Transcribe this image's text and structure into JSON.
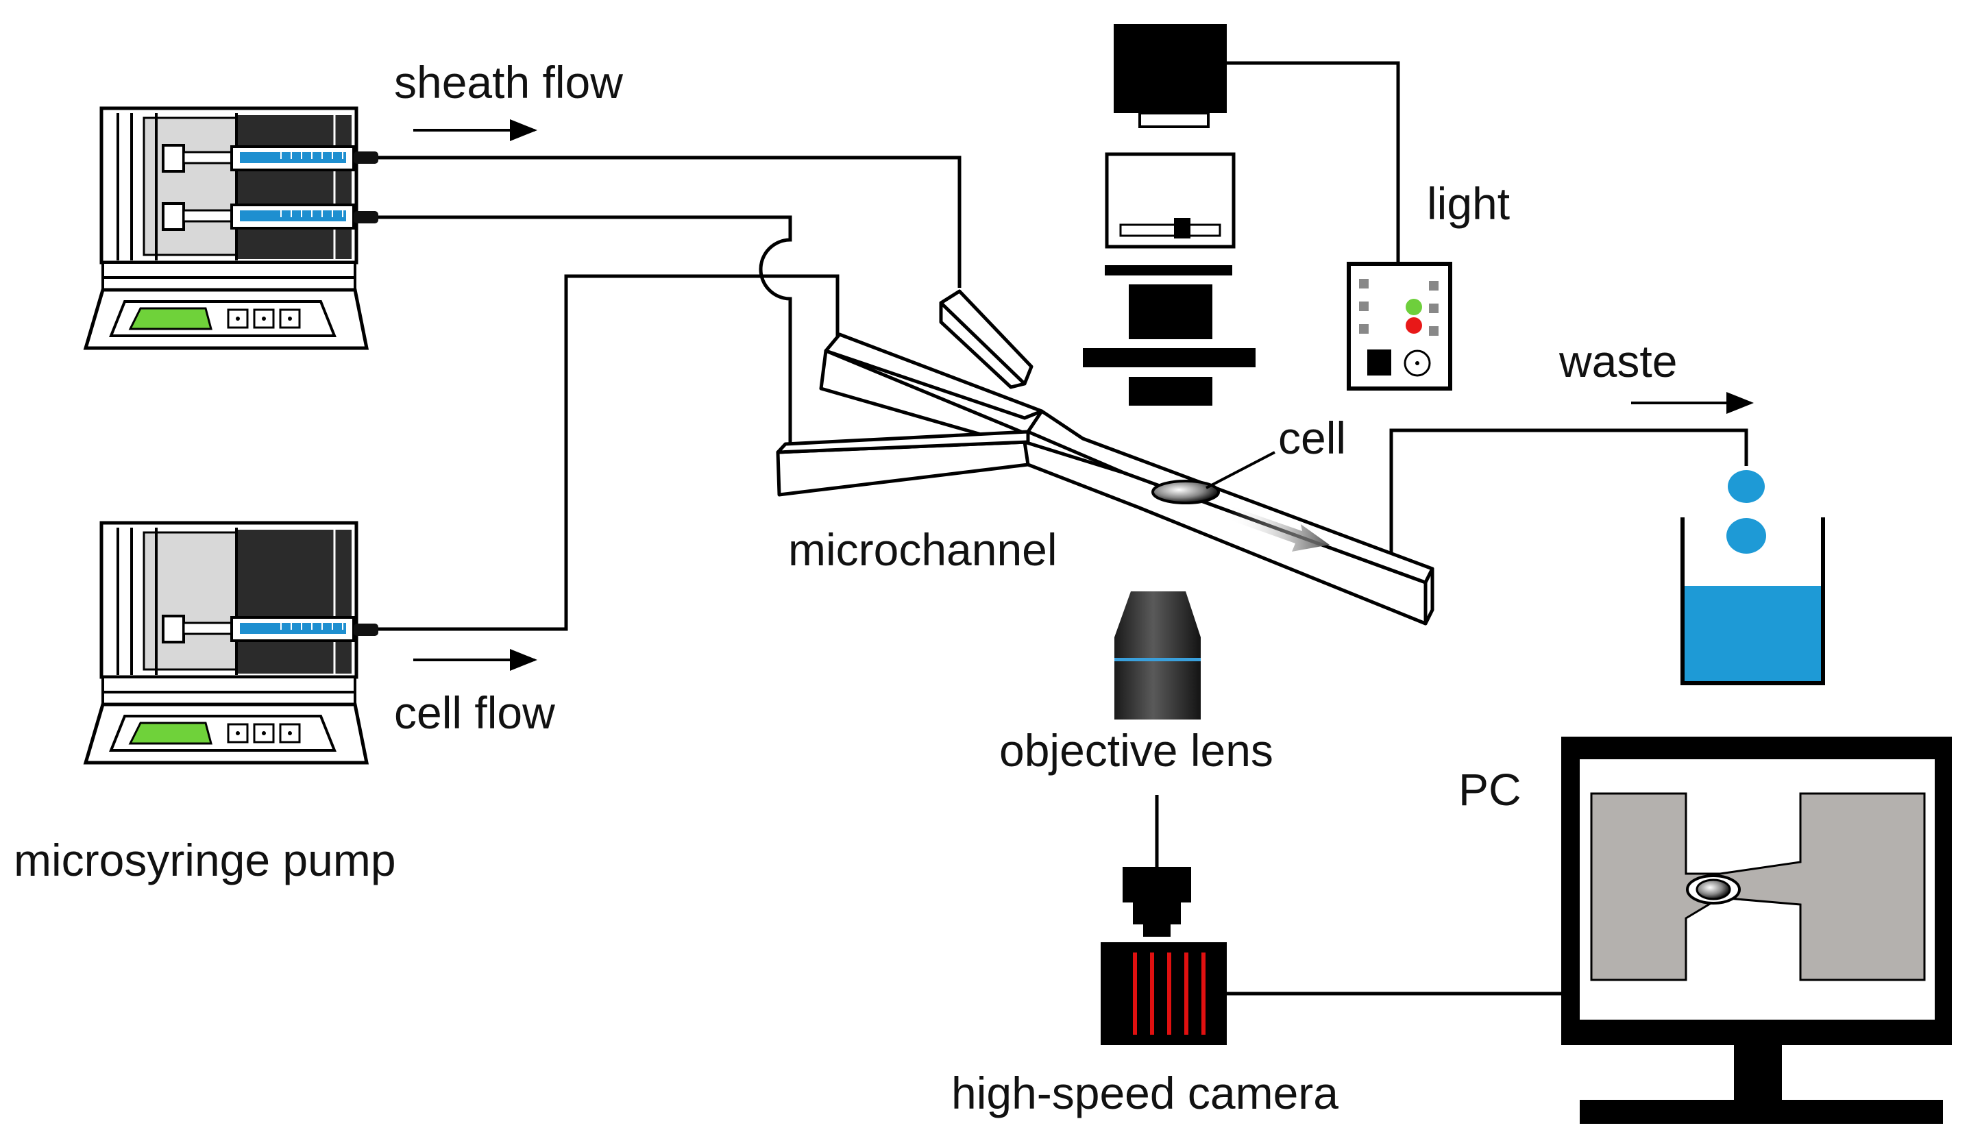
{
  "labels": {
    "sheath_flow": "sheath flow",
    "cell_flow": "cell flow",
    "microsyringe_pump": "microsyringe pump",
    "microchannel": "microchannel",
    "cell": "cell",
    "light": "light",
    "waste": "waste",
    "objective_lens": "objective lens",
    "high_speed_camera": "high-speed camera",
    "pc": "PC"
  },
  "colors": {
    "line": "#000000",
    "syringe_fluid": "#1e8fd0",
    "pump_display": "#6fd23a",
    "water": "#1e9ad6",
    "camera_stripes": "#e01010",
    "light_green": "#6ecf3c",
    "light_red": "#e81818",
    "screen_gray": "#b4b1ae",
    "lens_band": "#3aa0dc"
  },
  "icons": {
    "pump": "syringe-pump-icon",
    "microscope": "microscope-icon",
    "light_source": "light-source-icon",
    "waste": "waste-beaker-icon",
    "objective": "objective-lens-icon",
    "camera": "high-speed-camera-icon",
    "monitor": "pc-monitor-icon"
  }
}
